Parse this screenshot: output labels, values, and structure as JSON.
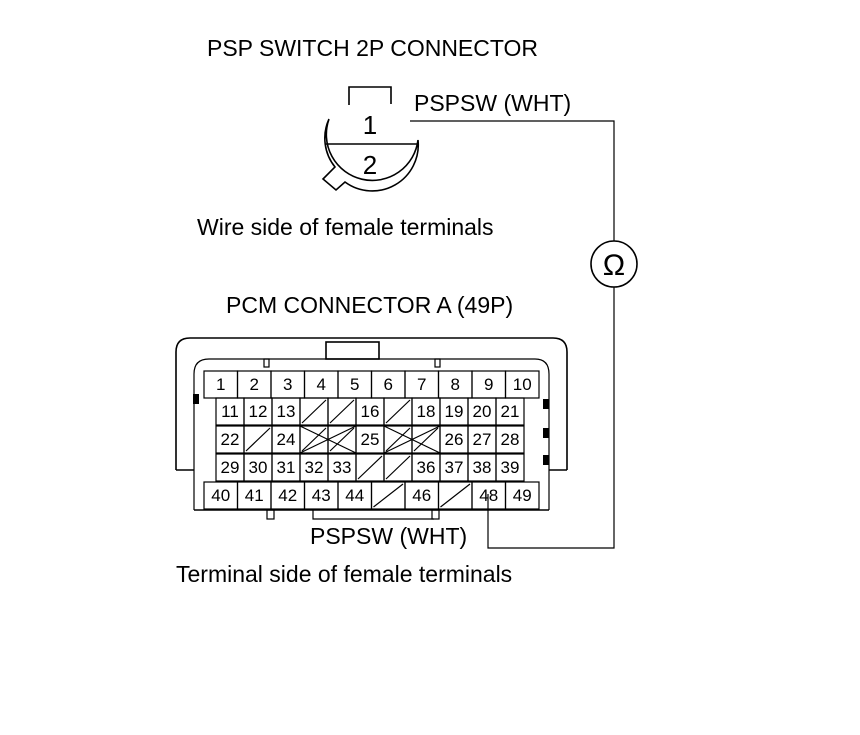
{
  "labels": {
    "psp_connector_title": "PSP SWITCH 2P CONNECTOR",
    "psp_wire_label": "PSPSW (WHT)",
    "psp_pin_1": "1",
    "psp_pin_2": "2",
    "psp_side_note": "Wire side of female terminals",
    "pcm_connector_title": "PCM CONNECTOR A (49P)",
    "pcm_wire_label": "PSPSW (WHT)",
    "pcm_side_note": "Terminal side of female terminals",
    "meter_symbol": "Ω"
  },
  "pcm_rows": [
    [
      "1",
      "2",
      "3",
      "4",
      "5",
      "6",
      "7",
      "8",
      "9",
      "10"
    ],
    [
      "11",
      "12",
      "13",
      "",
      "",
      "16",
      "",
      "18",
      "19",
      "20",
      "21"
    ],
    [
      "22",
      "",
      "24",
      "",
      "",
      "25",
      "",
      "",
      "26",
      "27",
      "28"
    ],
    [
      "29",
      "30",
      "31",
      "32",
      "33",
      "",
      "",
      "36",
      "37",
      "38",
      "39"
    ],
    [
      "40",
      "41",
      "42",
      "43",
      "44",
      "",
      "46",
      "",
      "48",
      "49"
    ]
  ]
}
